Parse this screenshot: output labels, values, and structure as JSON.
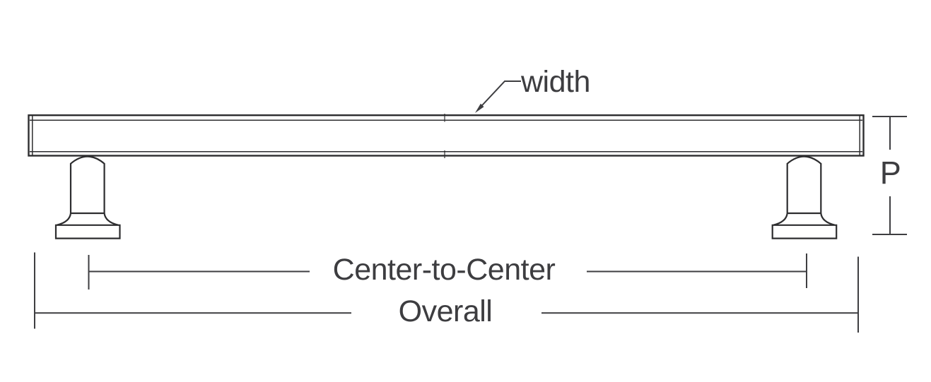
{
  "diagram": {
    "type": "technical-drawing",
    "subject": "bar cabinet pull handle, side elevation with dimensions",
    "background_color": "#ffffff",
    "colors": {
      "outline": "#2d2d2f",
      "dimension": "#3e3e41",
      "text": "#3d3d40"
    },
    "labels": {
      "width": "width",
      "projection": "P",
      "center_to_center": "Center-to-Center",
      "overall": "Overall"
    },
    "icons": {
      "leader_arrow": "filled-triangle-arrowhead"
    }
  }
}
